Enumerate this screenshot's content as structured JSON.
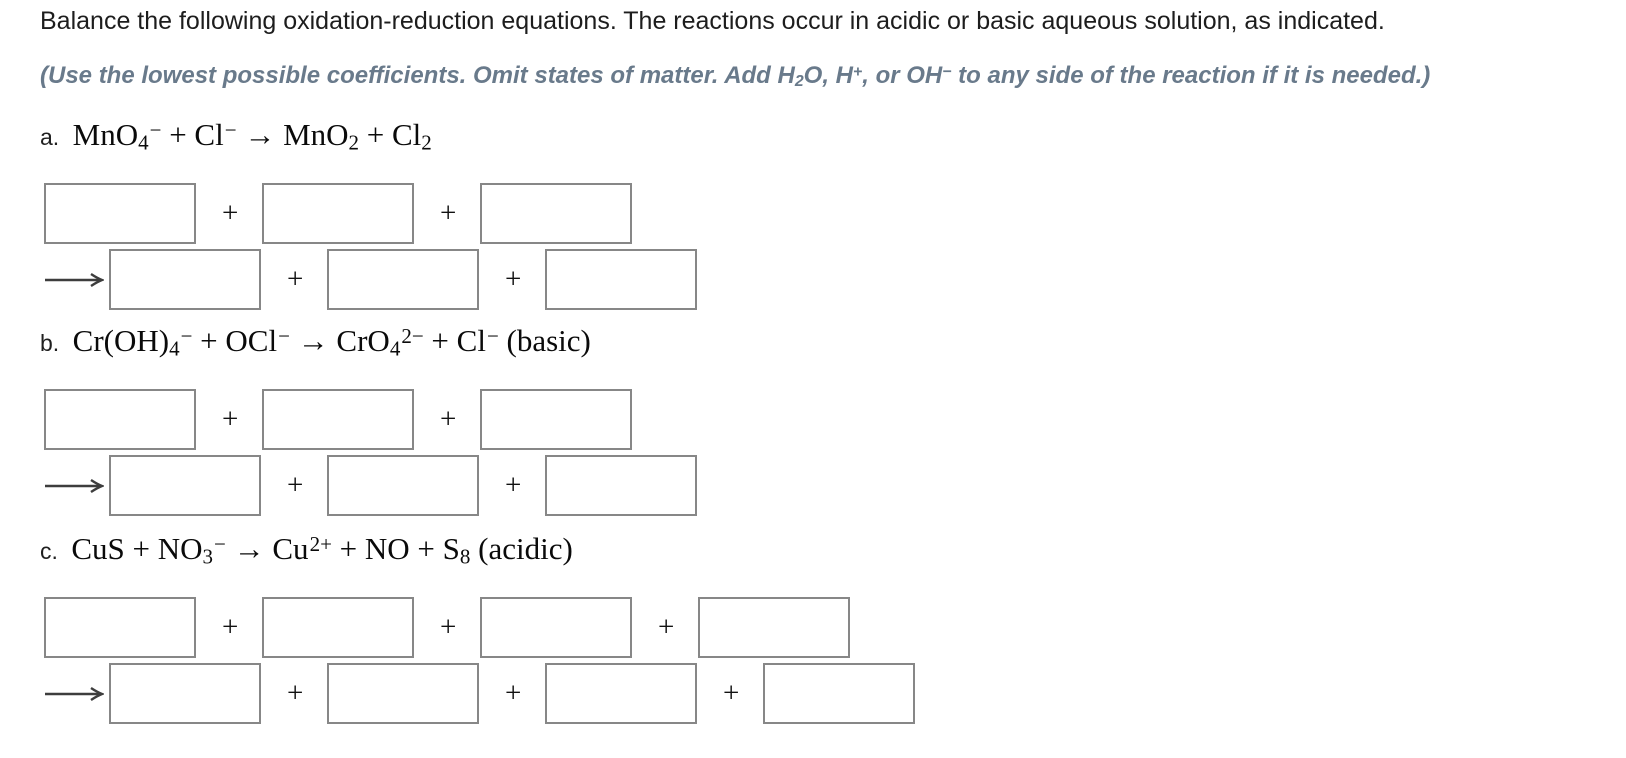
{
  "header": {
    "title": "Balance the following oxidation-reduction equations. The reactions occur in acidic or basic aqueous solution, as indicated.",
    "instructions_tokens": [
      {
        "text": "(Use the lowest possible coefficients. Omit states of matter. Add H"
      },
      {
        "sub": "2"
      },
      {
        "text": "O, H"
      },
      {
        "sup": "+"
      },
      {
        "text": ", or OH"
      },
      {
        "sup": "−"
      },
      {
        "text": " to any side of the reaction if it is needed.)"
      }
    ]
  },
  "symbols": {
    "plus": "+",
    "arrow": "right-arrow"
  },
  "colors": {
    "instruction_text": "#697a8b",
    "body_text": "#1d1d1d",
    "box_border": "#878787",
    "arrow": "#3d3d3d"
  },
  "sections": [
    {
      "label": "a.",
      "equation_tokens": [
        {
          "text": "MnO"
        },
        {
          "sub": "4"
        },
        {
          "sup": "−"
        },
        {
          "text": " + Cl"
        },
        {
          "sup": "−"
        },
        {
          "text": " → MnO"
        },
        {
          "sub": "2"
        },
        {
          "text": " + Cl"
        },
        {
          "sub": "2"
        }
      ],
      "reactant_inputs": [
        "",
        "",
        ""
      ],
      "product_inputs": [
        "",
        "",
        ""
      ]
    },
    {
      "label": "b.",
      "equation_tokens": [
        {
          "text": "Cr(OH)"
        },
        {
          "sub": "4"
        },
        {
          "sup": "−"
        },
        {
          "text": " + OCl"
        },
        {
          "sup": "−"
        },
        {
          "text": " → CrO"
        },
        {
          "sub": "4"
        },
        {
          "sup": "2−"
        },
        {
          "text": " + Cl"
        },
        {
          "sup": "−"
        },
        {
          "text": " (basic)"
        }
      ],
      "reactant_inputs": [
        "",
        "",
        ""
      ],
      "product_inputs": [
        "",
        "",
        ""
      ]
    },
    {
      "label": "c.",
      "equation_tokens": [
        {
          "text": "CuS + NO"
        },
        {
          "sub": "3"
        },
        {
          "sup": "−"
        },
        {
          "text": " → Cu"
        },
        {
          "sup": "2+"
        },
        {
          "text": " + NO + S"
        },
        {
          "sub": "8"
        },
        {
          "text": " (acidic)"
        }
      ],
      "reactant_inputs": [
        "",
        "",
        "",
        ""
      ],
      "product_inputs": [
        "",
        "",
        "",
        ""
      ]
    }
  ]
}
